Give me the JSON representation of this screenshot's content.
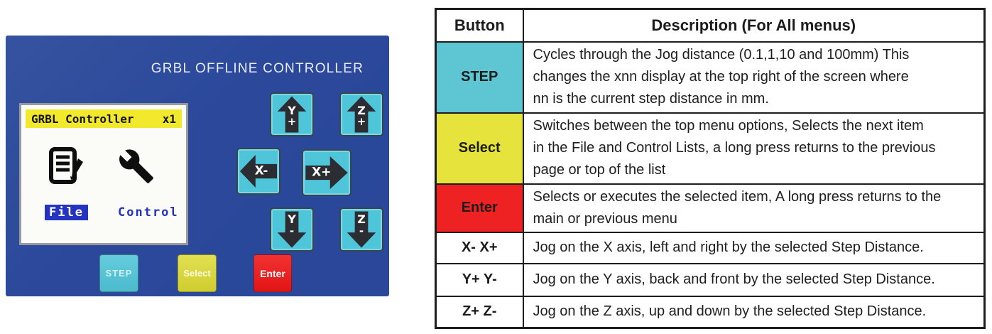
{
  "device": {
    "brand_title": "GRBL OFFLINE CONTROLLER",
    "screen": {
      "title": "GRBL Controller",
      "step_display": "x1",
      "menu": [
        {
          "label": "File",
          "selected": true
        },
        {
          "label": "Control",
          "selected": false
        }
      ]
    },
    "jog_buttons": [
      {
        "id": "y-plus",
        "letter": "Y",
        "sign": "+",
        "direction": "up"
      },
      {
        "id": "z-plus",
        "letter": "Z",
        "sign": "+",
        "direction": "up"
      },
      {
        "id": "x-minus",
        "label": "X-",
        "direction": "left"
      },
      {
        "id": "x-plus",
        "label": "X+",
        "direction": "right"
      },
      {
        "id": "y-minus",
        "letter": "Y",
        "sign": "-",
        "direction": "down"
      },
      {
        "id": "z-minus",
        "letter": "Z",
        "sign": "-",
        "direction": "down"
      }
    ],
    "action_buttons": [
      {
        "label": "STEP",
        "color": "#56c6d8"
      },
      {
        "label": "Select",
        "color": "#d8d63a"
      },
      {
        "label": "Enter",
        "color": "#e91f1f"
      }
    ]
  },
  "table": {
    "headers": [
      "Button",
      "Description (For All menus)"
    ],
    "rows": [
      {
        "button": "STEP",
        "color": "#5ec5d3",
        "description": "Cycles through the Jog distance (0.1,1,10 and 100mm) This\nchanges the xnn display at the top right of the screen where\nnn is the current step distance in mm."
      },
      {
        "button": "Select",
        "color": "#e5e33c",
        "description": "Switches between the top menu options, Selects the next item\nin the File and Control Lists, a long press returns to the previous\npage or top of the list"
      },
      {
        "button": "Enter",
        "color": "#ee2222",
        "description": "Selects or executes the selected item, A long press returns to the\nmain or previous menu"
      },
      {
        "button": "X- X+",
        "color": "#ffffff",
        "description": "Jog on the X axis, left and right by the selected Step Distance."
      },
      {
        "button": "Y+ Y-",
        "color": "#ffffff",
        "description": "Jog on the Y axis, back and front by the selected Step Distance."
      },
      {
        "button": "Z+ Z-",
        "color": "#ffffff",
        "description": "Jog on the Z axis, up and down by the selected Step Distance."
      }
    ]
  },
  "colors": {
    "panel_blue": "#2b489b",
    "jog_cyan": "#4ec5d8",
    "screen_titlebar_yellow": "#f3e92c",
    "menu_highlight_blue": "#2433c0"
  }
}
